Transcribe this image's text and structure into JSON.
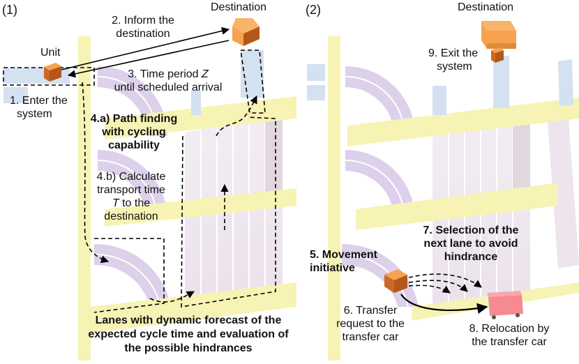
{
  "panel_left": {
    "number": "(1)",
    "destination": "Destination",
    "unit": "Unit",
    "step1": [
      "1. Enter the",
      "system"
    ],
    "step2": [
      "2. Inform the",
      "destination"
    ],
    "step3_prefix": "3. Time period ",
    "step3_var": "Z",
    "step3_line2": "until scheduled arrival",
    "step4a": [
      "4.a) Path finding",
      "with cycling",
      "capability"
    ],
    "step4b_line1": "4.b) Calculate",
    "step4b_line2": "transport time",
    "step4b_var": "T",
    "step4b_line3": " to the",
    "step4b_line4": "destination",
    "caption": [
      "Lanes with dynamic forecast of the",
      "expected cycle time and evaluation of",
      "the possible hindrances"
    ]
  },
  "panel_right": {
    "number": "(2)",
    "destination": "Destination",
    "step9": [
      "9. Exit the",
      "system"
    ],
    "step5": [
      "5. Movement",
      "initiative"
    ],
    "step7": [
      "7. Selection of the",
      "next lane to avoid",
      "hindrance"
    ],
    "step6": [
      "6. Transfer",
      "request to the",
      "transfer car"
    ],
    "step8": [
      "8. Relocation by",
      "the transfer car"
    ]
  },
  "colors": {
    "rail": "#f7f3b5",
    "lane": "#eee4ee",
    "curve": "#ddd0ea",
    "blue": "#d3e1f1",
    "box_top": "#f7a24e",
    "box_dark": "#b4571b",
    "transfer_car": "#f58a90"
  }
}
